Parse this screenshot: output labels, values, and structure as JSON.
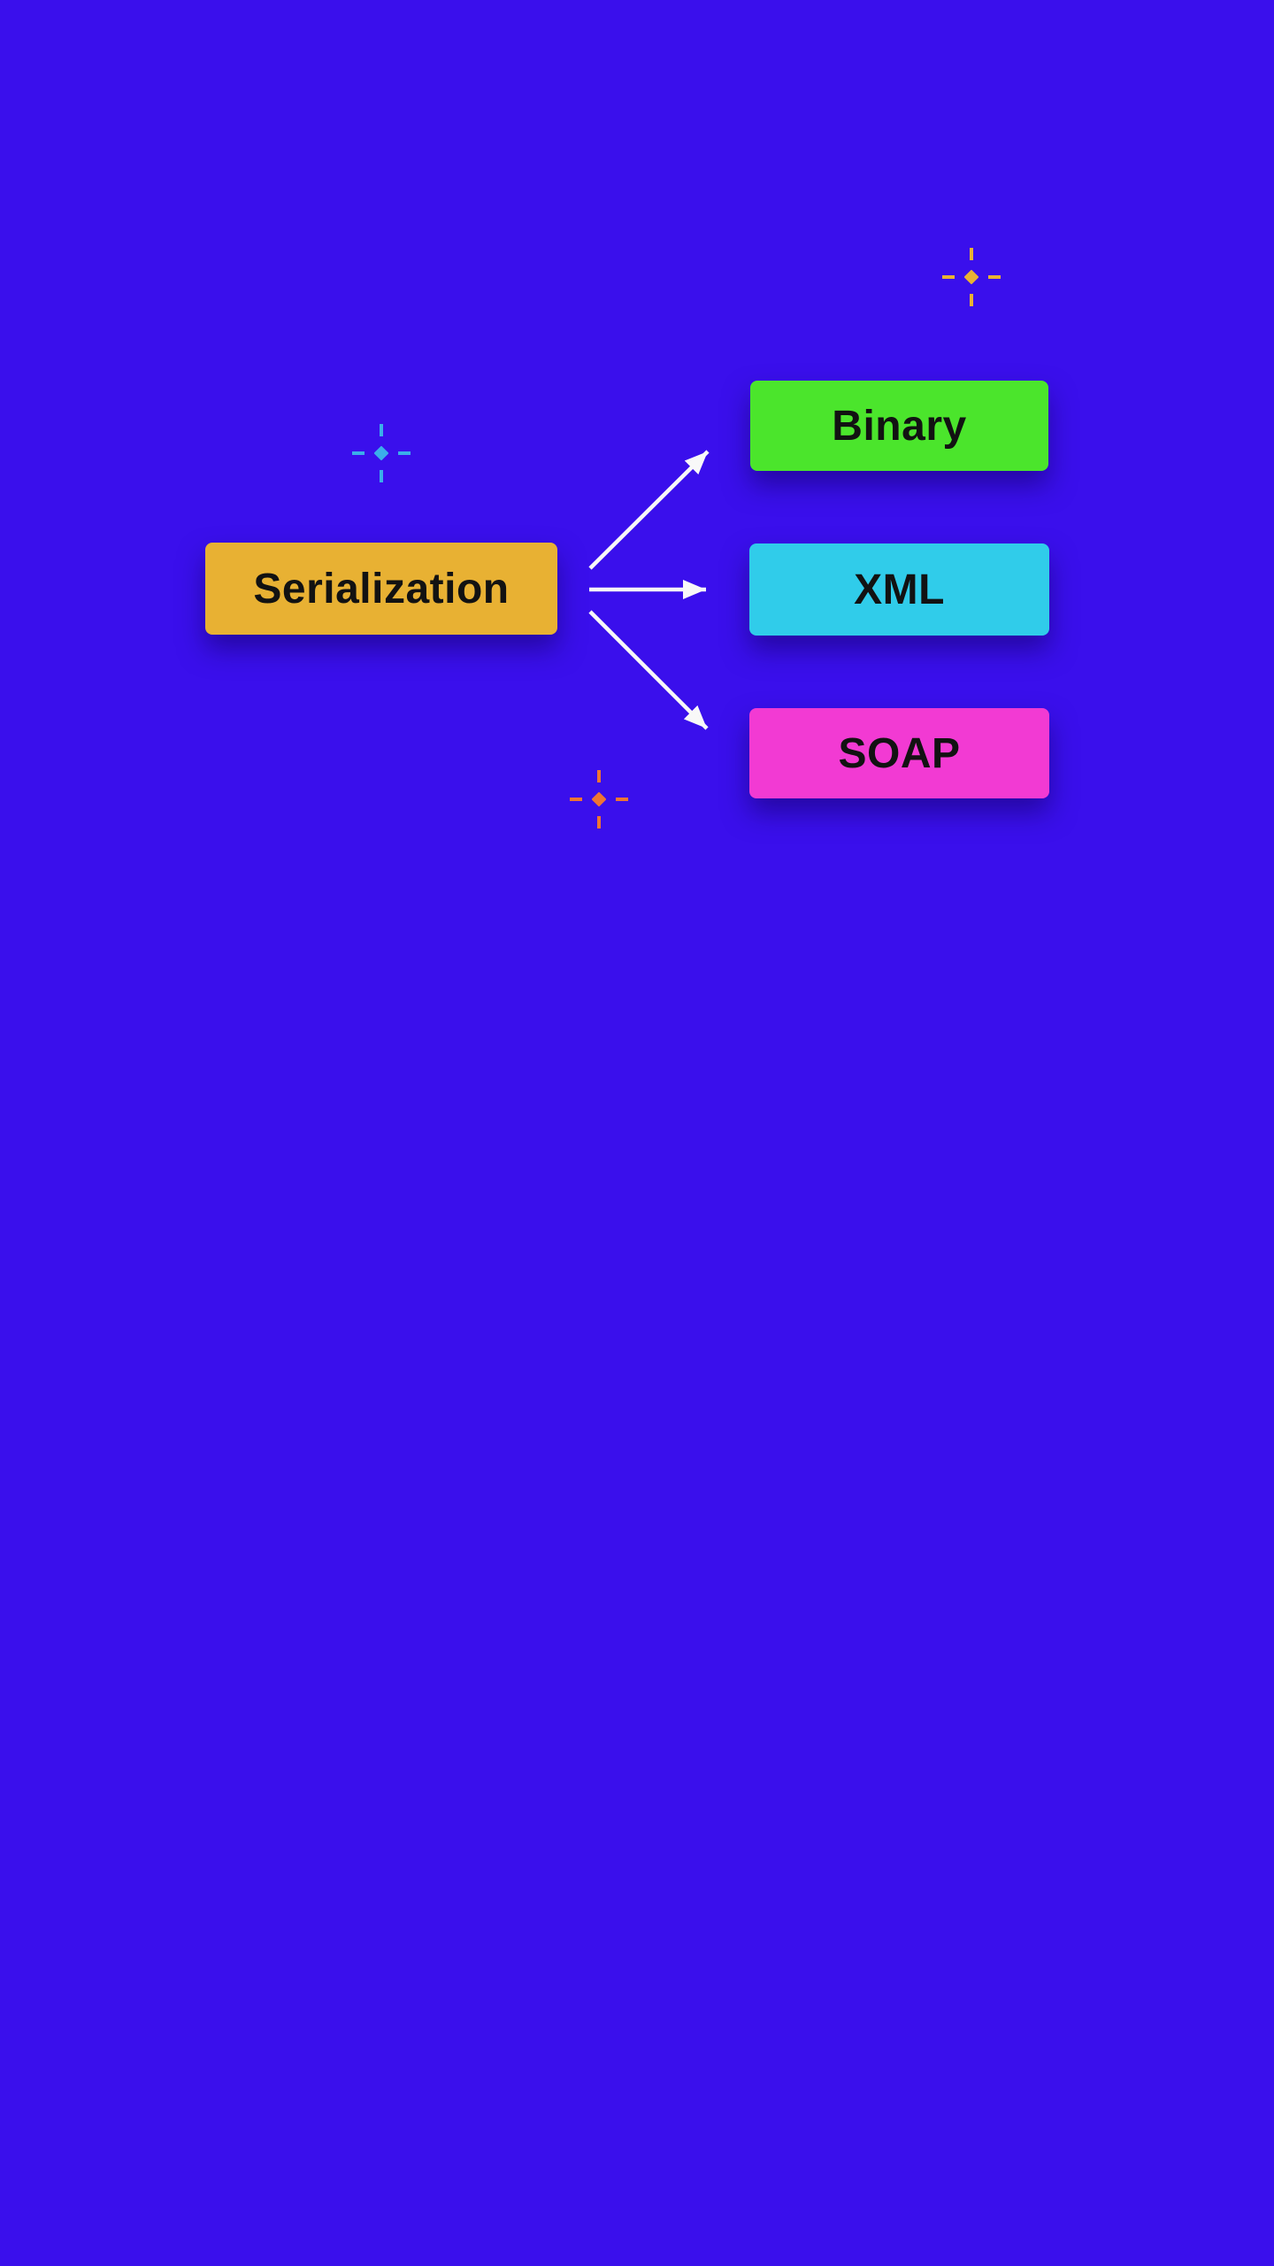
{
  "colors": {
    "background": "#3A0FEC",
    "arrow": "#F8F8F8",
    "node_text": "#121212"
  },
  "diagram": {
    "type": "flowchart",
    "root": {
      "label": "Serialization",
      "color": "#E8B133"
    },
    "children": [
      {
        "label": "Binary",
        "color": "#4BE52C"
      },
      {
        "label": "XML",
        "color": "#30CCEA"
      },
      {
        "label": "SOAP",
        "color": "#F23AD3"
      }
    ],
    "edges": [
      {
        "from": "Serialization",
        "to": "Binary"
      },
      {
        "from": "Serialization",
        "to": "XML"
      },
      {
        "from": "Serialization",
        "to": "SOAP"
      }
    ]
  },
  "decorations": {
    "sparkles": [
      {
        "name": "yellow",
        "color": "#E9B233"
      },
      {
        "name": "cyan",
        "color": "#3BAEEA"
      },
      {
        "name": "orange",
        "color": "#EE7533"
      }
    ]
  }
}
